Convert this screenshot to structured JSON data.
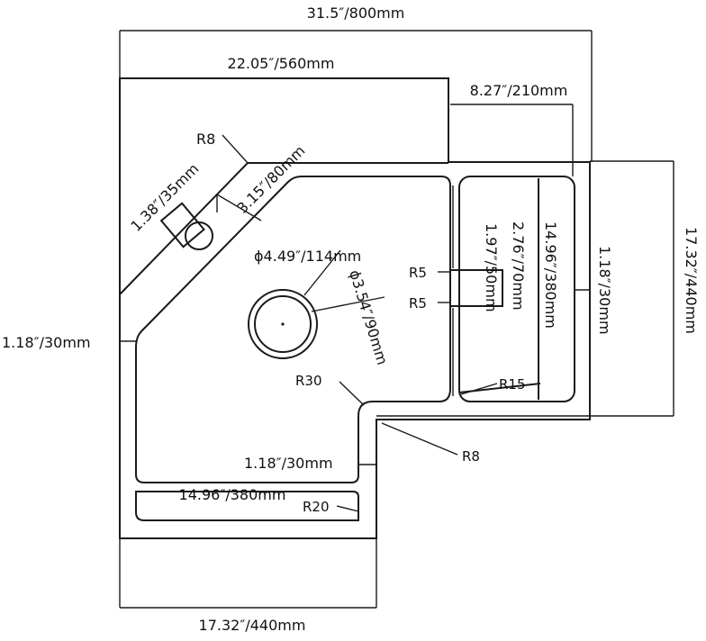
{
  "dimensions": {
    "total_width": "31.5″/800mm",
    "upper_width": "22.05″/560mm",
    "drainer_width": "8.27″/210mm",
    "left_height": "1.18″/30mm",
    "right_edge": "1.18″/30mm",
    "total_height": "17.32″/440mm",
    "bottom_width": "17.32″/440mm",
    "drain_diameter": "ϕ4.49″/114mm",
    "drain_inner": "ϕ3.54″/90mm",
    "faucet_hole": "1.38″/35mm",
    "faucet_deck": "3.15″/80mm",
    "channel_length": "14.96″/380mm",
    "channel_width": "2.76″/70mm",
    "channel_inner": "1.97″/50mm",
    "lower_channel_length": "14.96″/380mm",
    "lower_edge": "1.18″/30mm"
  },
  "radii": {
    "r8_top": "R8",
    "r8_bottom": "R8",
    "r5_top": "R5",
    "r5_bottom": "R5",
    "r30": "R30",
    "r15": "R15",
    "r20": "R20"
  }
}
